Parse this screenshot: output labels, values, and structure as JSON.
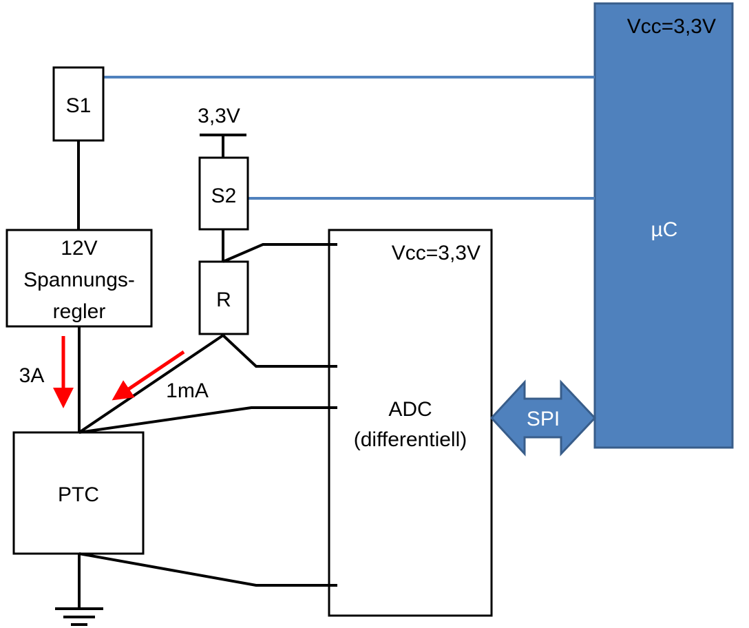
{
  "components": {
    "s1": "S1",
    "s2": "S2",
    "supply": "3,3V",
    "regulator": [
      "12V",
      "Spannungs-",
      "regler"
    ],
    "resistor": "R",
    "ptc": "PTC",
    "adc": {
      "vcc": "Vcc=3,3V",
      "name": [
        "ADC",
        "(differentiell)"
      ]
    },
    "mcu": {
      "vcc": "Vcc=3,3V",
      "name": "µC"
    },
    "bus": "SPI"
  },
  "currents": {
    "main": "3A",
    "sense": "1mA"
  },
  "colors": {
    "mcu_fill": "#4f81bd",
    "mcu_stroke": "#385d8a",
    "signal_line": "#4f81bd",
    "current_arrow": "#ff0000"
  }
}
